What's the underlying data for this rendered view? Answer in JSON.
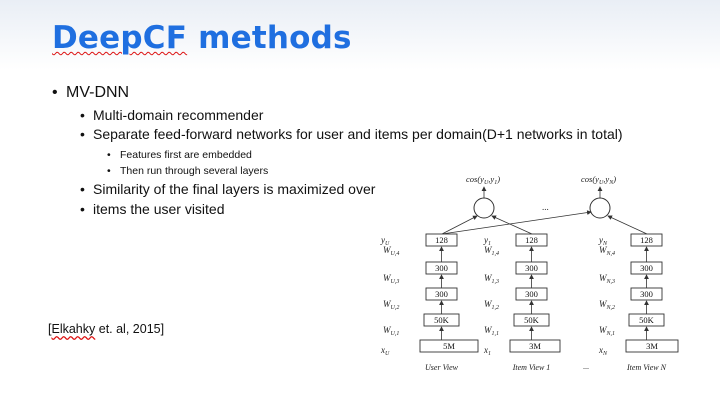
{
  "slide": {
    "title_part1": "DeepCF",
    "title_part2": " methods",
    "bullets": {
      "b1": "MV-DNN",
      "b1_1": "Multi-domain recommender",
      "b1_2": "Separate feed-forward networks for user and items per domain(D+1 networks in total)",
      "b1_2_1": "Features first are embedded",
      "b1_2_2": "Then run through several layers",
      "b1_3": "Similarity of the final layers is maximized over",
      "b1_4": "items the user visited"
    },
    "citation_wavy": "Elkahky",
    "citation_rest": " et. al, 2015]",
    "citation_open": "["
  },
  "diagram": {
    "cos_left": "cos(y",
    "cos_left_sub": "U",
    "cos_left_mid": ",y",
    "cos_left_sub2": "1",
    "cos_left_end": ")",
    "cos_right": "cos(y",
    "cos_right_sub": "U",
    "cos_right_mid": ",y",
    "cos_right_sub2": "N",
    "cos_right_end": ")",
    "ellipsis_top": "...",
    "ellipsis_bottom": "...",
    "columns": [
      {
        "y_label": "y",
        "y_sub": "U",
        "x_label": "x",
        "x_sub": "U",
        "w_labels": [
          [
            "W",
            "U,4"
          ],
          [
            "W",
            "U,3"
          ],
          [
            "W",
            "U,2"
          ],
          [
            "W",
            "U,1"
          ]
        ],
        "boxes": [
          "128",
          "300",
          "300",
          "50K",
          "5M"
        ],
        "caption": "User View"
      },
      {
        "y_label": "y",
        "y_sub": "1",
        "x_label": "x",
        "x_sub": "1",
        "w_labels": [
          [
            "W",
            "1,4"
          ],
          [
            "W",
            "1,3"
          ],
          [
            "W",
            "1,2"
          ],
          [
            "W",
            "1,1"
          ]
        ],
        "boxes": [
          "128",
          "300",
          "300",
          "50K",
          "3M"
        ],
        "caption": "Item View 1"
      },
      {
        "y_label": "y",
        "y_sub": "N",
        "x_label": "x",
        "x_sub": "N",
        "w_labels": [
          [
            "W",
            "N,4"
          ],
          [
            "W",
            "N,3"
          ],
          [
            "W",
            "N,2"
          ],
          [
            "W",
            "N,1"
          ]
        ],
        "boxes": [
          "128",
          "300",
          "300",
          "50K",
          "3M"
        ],
        "caption": "Item View N"
      }
    ]
  }
}
